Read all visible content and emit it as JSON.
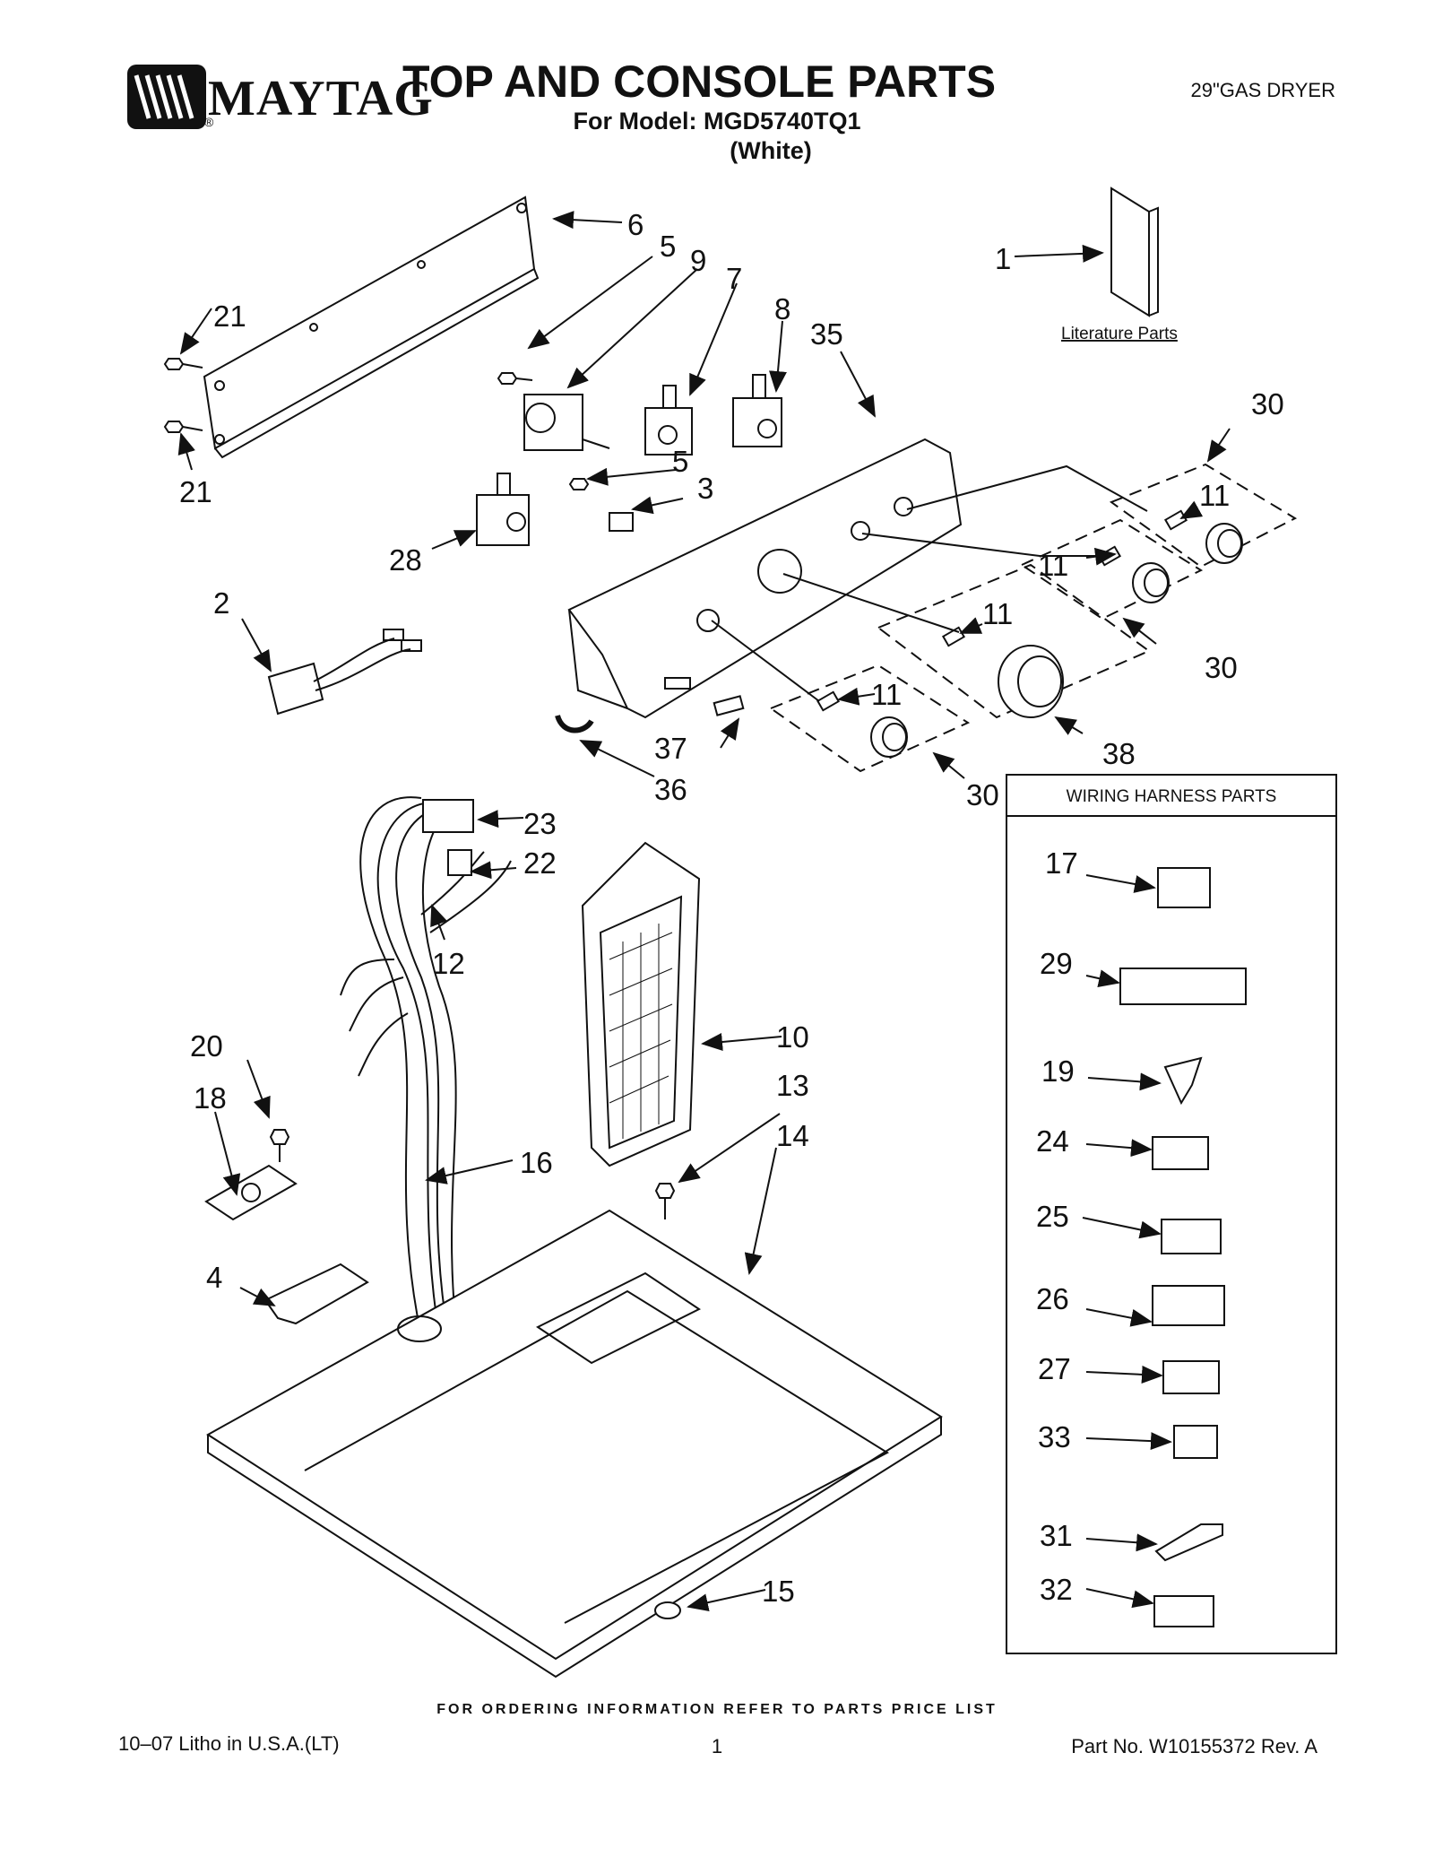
{
  "header": {
    "brand": "MAYTAG",
    "registered": "®",
    "title": "TOP AND CONSOLE PARTS",
    "model_line": "For Model: MGD5740TQ1",
    "variant": "(White)",
    "product": "29\"GAS DRYER"
  },
  "diagram": {
    "literature_label": "Literature Parts",
    "harness_box_title": "WIRING HARNESS PARTS",
    "callouts": {
      "c1": "1",
      "c2": "2",
      "c3": "3",
      "c4": "4",
      "c5a": "5",
      "c5b": "5",
      "c6": "6",
      "c7": "7",
      "c8": "8",
      "c9": "9",
      "c10": "10",
      "c11a": "11",
      "c11b": "11",
      "c11c": "11",
      "c11d": "11",
      "c12": "12",
      "c13": "13",
      "c14": "14",
      "c15": "15",
      "c16": "16",
      "c18": "18",
      "c20": "20",
      "c21a": "21",
      "c21b": "21",
      "c22": "22",
      "c23": "23",
      "c28": "28",
      "c30a": "30",
      "c30b": "30",
      "c30c": "30",
      "c35": "35",
      "c36": "36",
      "c37": "37",
      "c38": "38"
    },
    "harness_parts": [
      "17",
      "29",
      "19",
      "24",
      "25",
      "26",
      "27",
      "33",
      "31",
      "32"
    ]
  },
  "footer": {
    "ordering_note": "FOR ORDERING INFORMATION REFER TO PARTS PRICE LIST",
    "litho": "10–07 Litho in U.S.A.(LT)",
    "page": "1",
    "part_no": "Part No. W10155372 Rev. A"
  },
  "colors": {
    "ink": "#111111",
    "paper": "#ffffff",
    "shade": "#e6e6e6"
  }
}
